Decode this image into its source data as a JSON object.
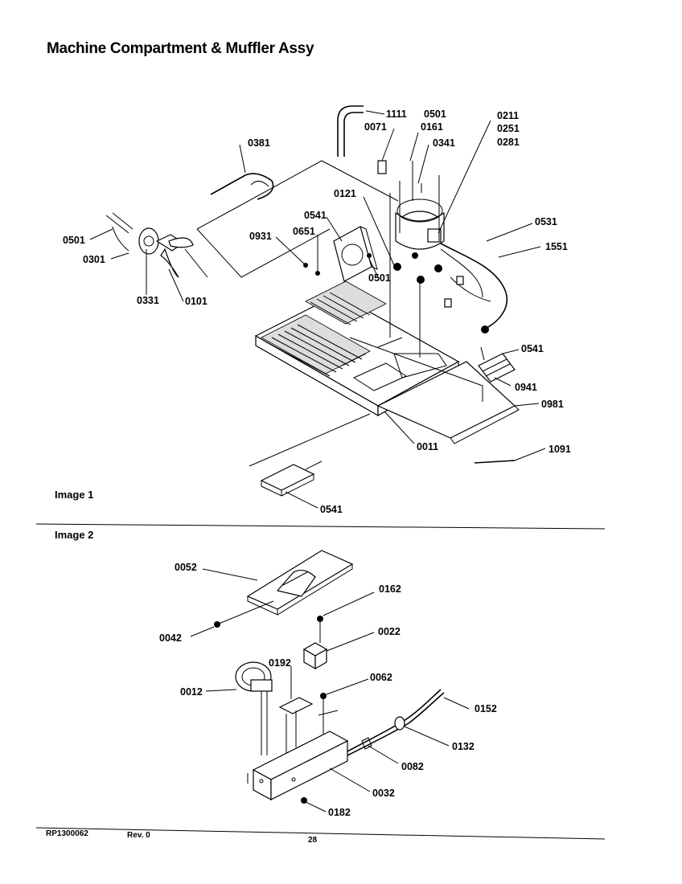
{
  "title": "Machine Compartment & Muffler Assy",
  "image1": {
    "label": "Image 1",
    "callouts": [
      "1111",
      "0501",
      "0071",
      "0161",
      "0211",
      "0251",
      "0281",
      "0341",
      "0381",
      "0121",
      "0541",
      "0651",
      "0931",
      "0501",
      "0301",
      "0331",
      "0101",
      "0501",
      "0531",
      "1551",
      "0541",
      "0941",
      "0981",
      "0011",
      "1091",
      "0541"
    ]
  },
  "image2": {
    "label": "Image 2",
    "callouts": [
      "0052",
      "0042",
      "0162",
      "0022",
      "0192",
      "0012",
      "0062",
      "0152",
      "0132",
      "0082",
      "0032",
      "0182"
    ]
  },
  "footer": {
    "doc_id": "RP1300062",
    "revision": "Rev. 0",
    "page_number": "28"
  }
}
